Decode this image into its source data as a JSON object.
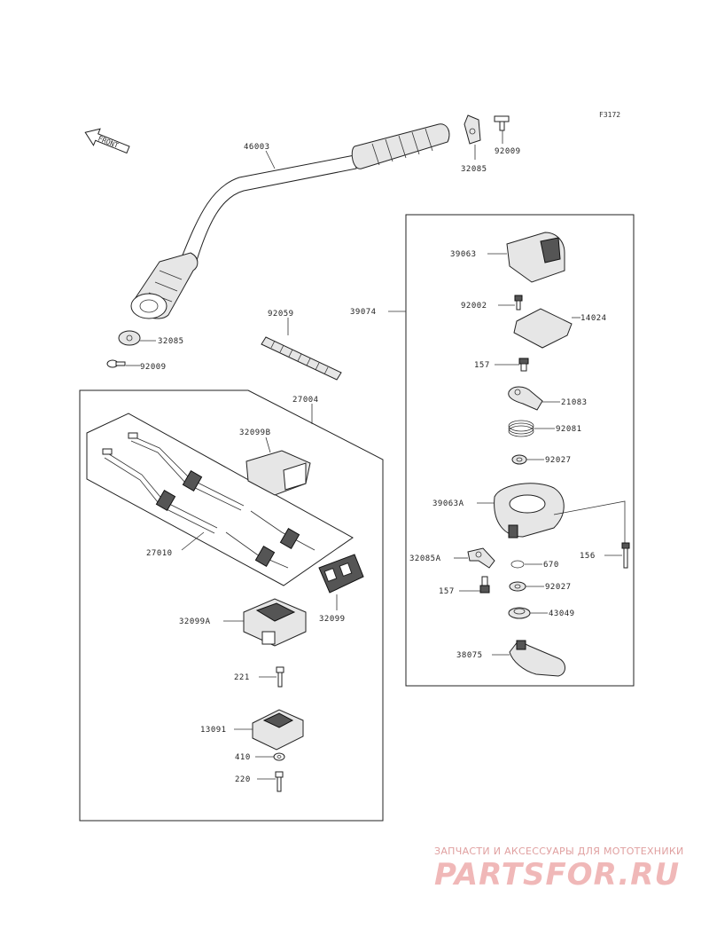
{
  "diagram": {
    "figure_ref": "F3172",
    "front_label": "FRONT",
    "parts": {
      "p46003": "46003",
      "p32085_top": "32085",
      "p92009_top": "92009",
      "p32085_left": "32085",
      "p92009_left": "92009",
      "p92059": "92059",
      "p27004": "27004",
      "p32099B": "32099B",
      "p27010": "27010",
      "p32099": "32099",
      "p32099A": "32099A",
      "p221": "221",
      "p13091": "13091",
      "p410": "410",
      "p220": "220",
      "p39063": "39063",
      "p39074": "39074",
      "p92002": "92002",
      "p14024": "14024",
      "p157_a": "157",
      "p21083": "21083",
      "p92081": "92081",
      "p92027_a": "92027",
      "p39063A": "39063A",
      "p156": "156",
      "p32085A": "32085A",
      "p670": "670",
      "p157_b": "157",
      "p92027_b": "92027",
      "p43049": "43049",
      "p38075": "38075"
    }
  },
  "watermark": {
    "tagline": "ЗАПЧАСТИ И АКСЕССУАРЫ ДЛЯ МОТОТЕХНИКИ",
    "logo": "PARTSFOR.RU"
  }
}
